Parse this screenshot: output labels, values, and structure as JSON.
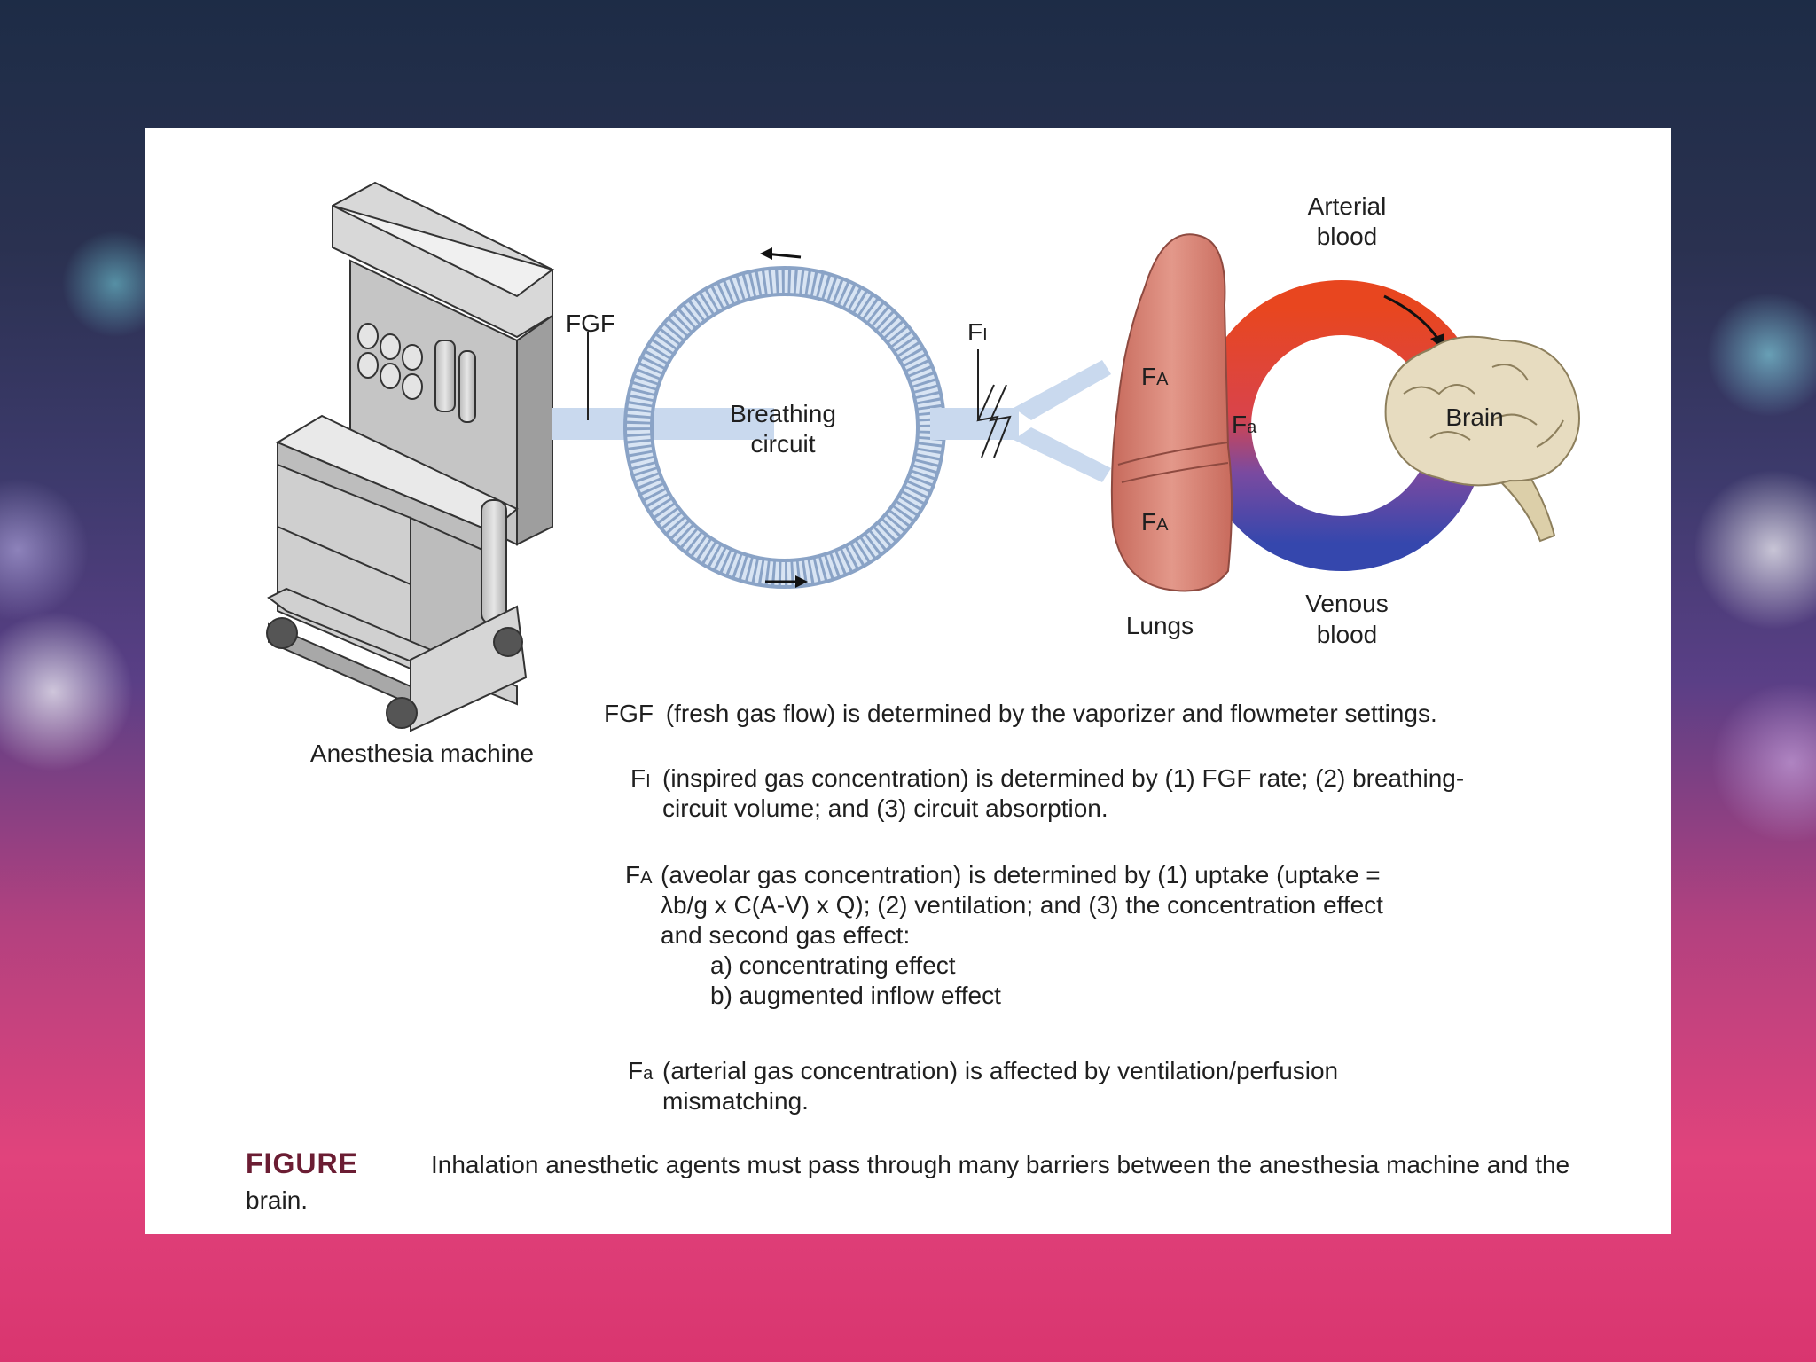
{
  "diagram": {
    "labels": {
      "anesthesia_machine": "Anesthesia machine",
      "fgf": "FGF",
      "breathing_circuit_line1": "Breathing",
      "breathing_circuit_line2": "circuit",
      "fi": "F",
      "fi_sub": "I",
      "arterial_blood_line1": "Arterial",
      "arterial_blood_line2": "blood",
      "venous_blood_line1": "Venous",
      "venous_blood_line2": "blood",
      "lungs": "Lungs",
      "brain": "Brain",
      "fa_alveolar": "F",
      "fa_alveolar_sub": "A",
      "fa_arterial": "F",
      "fa_arterial_sub": "a"
    },
    "colors": {
      "tube": "#c9d9ee",
      "arterial": "#e84a2a",
      "venous": "#3d4fb0",
      "lungs": "#d9806f",
      "brain": "#e7dcc0",
      "machine": "#cfcfcf"
    }
  },
  "definitions": [
    {
      "term": "FGF",
      "text": "(fresh gas flow) is determined by the vaporizer and flowmeter settings."
    },
    {
      "term": "F",
      "sub": "I",
      "line1": "(inspired gas concentration) is determined by (1) FGF rate; (2) breathing-",
      "line2": "circuit volume; and (3) circuit absorption."
    },
    {
      "term": "F",
      "sub": "A",
      "line1": "(aveolar gas concentration) is determined by (1) uptake (uptake =",
      "line2": "λb/g x C(A-V) x Q); (2) ventilation; and (3) the concentration effect",
      "line3": "and second gas effect:",
      "item_a": "a) concentrating effect",
      "item_b": "b) augmented inflow effect"
    },
    {
      "term": "F",
      "sub": "a",
      "line1": "(arterial gas concentration) is affected by ventilation/perfusion",
      "line2": "mismatching."
    }
  ],
  "caption": {
    "label": "FIGURE",
    "text": "Inhalation anesthetic agents must pass through many barriers between the anesthesia machine and the brain."
  }
}
